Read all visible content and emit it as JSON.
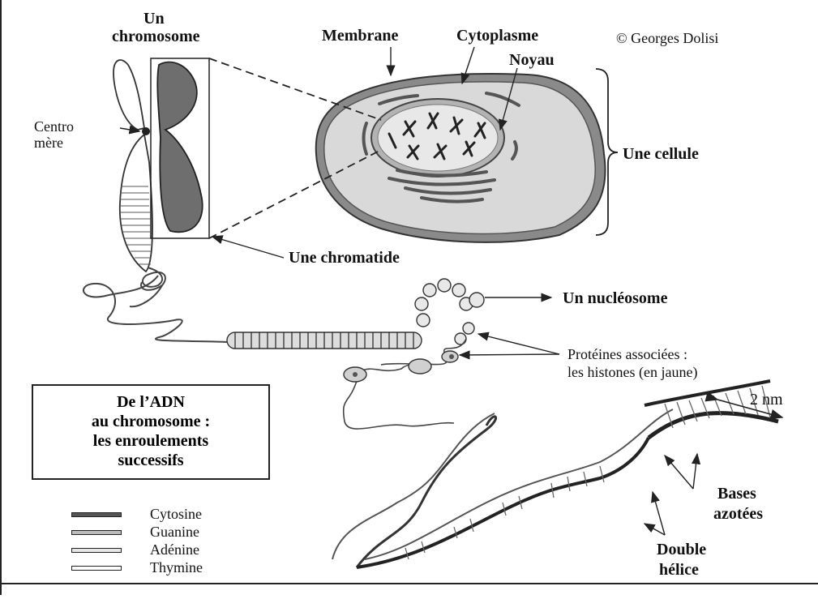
{
  "copyright": "© Georges Dolisi",
  "labels": {
    "chromosome_line1": "Un",
    "chromosome_line2": "chromosome",
    "membrane": "Membrane",
    "cytoplasme": "Cytoplasme",
    "noyau": "Noyau",
    "centromere_line1": "Centro",
    "centromere_line2": "mère",
    "cellule": "Une cellule",
    "chromatide": "Une chromatide",
    "nucleosome": "Un nucléosome",
    "proteines_line1": "Protéines associées :",
    "proteines_line2": "les histones (en jaune)",
    "scale": "2 nm",
    "bases_line1": "Bases",
    "bases_line2": "azotées",
    "helice_line1": "Double",
    "helice_line2": "hélice"
  },
  "title": {
    "line1": "De l’ADN",
    "line2": "au chromosome :",
    "line3": "les enroulements",
    "line4": "successifs"
  },
  "legend": [
    {
      "label": "Cytosine",
      "color": "#555555"
    },
    {
      "label": "Guanine",
      "color": "#bbbbbb"
    },
    {
      "label": "Adénine",
      "color": "#e6e6e6"
    },
    {
      "label": "Thymine",
      "color": "#ffffff"
    }
  ]
}
